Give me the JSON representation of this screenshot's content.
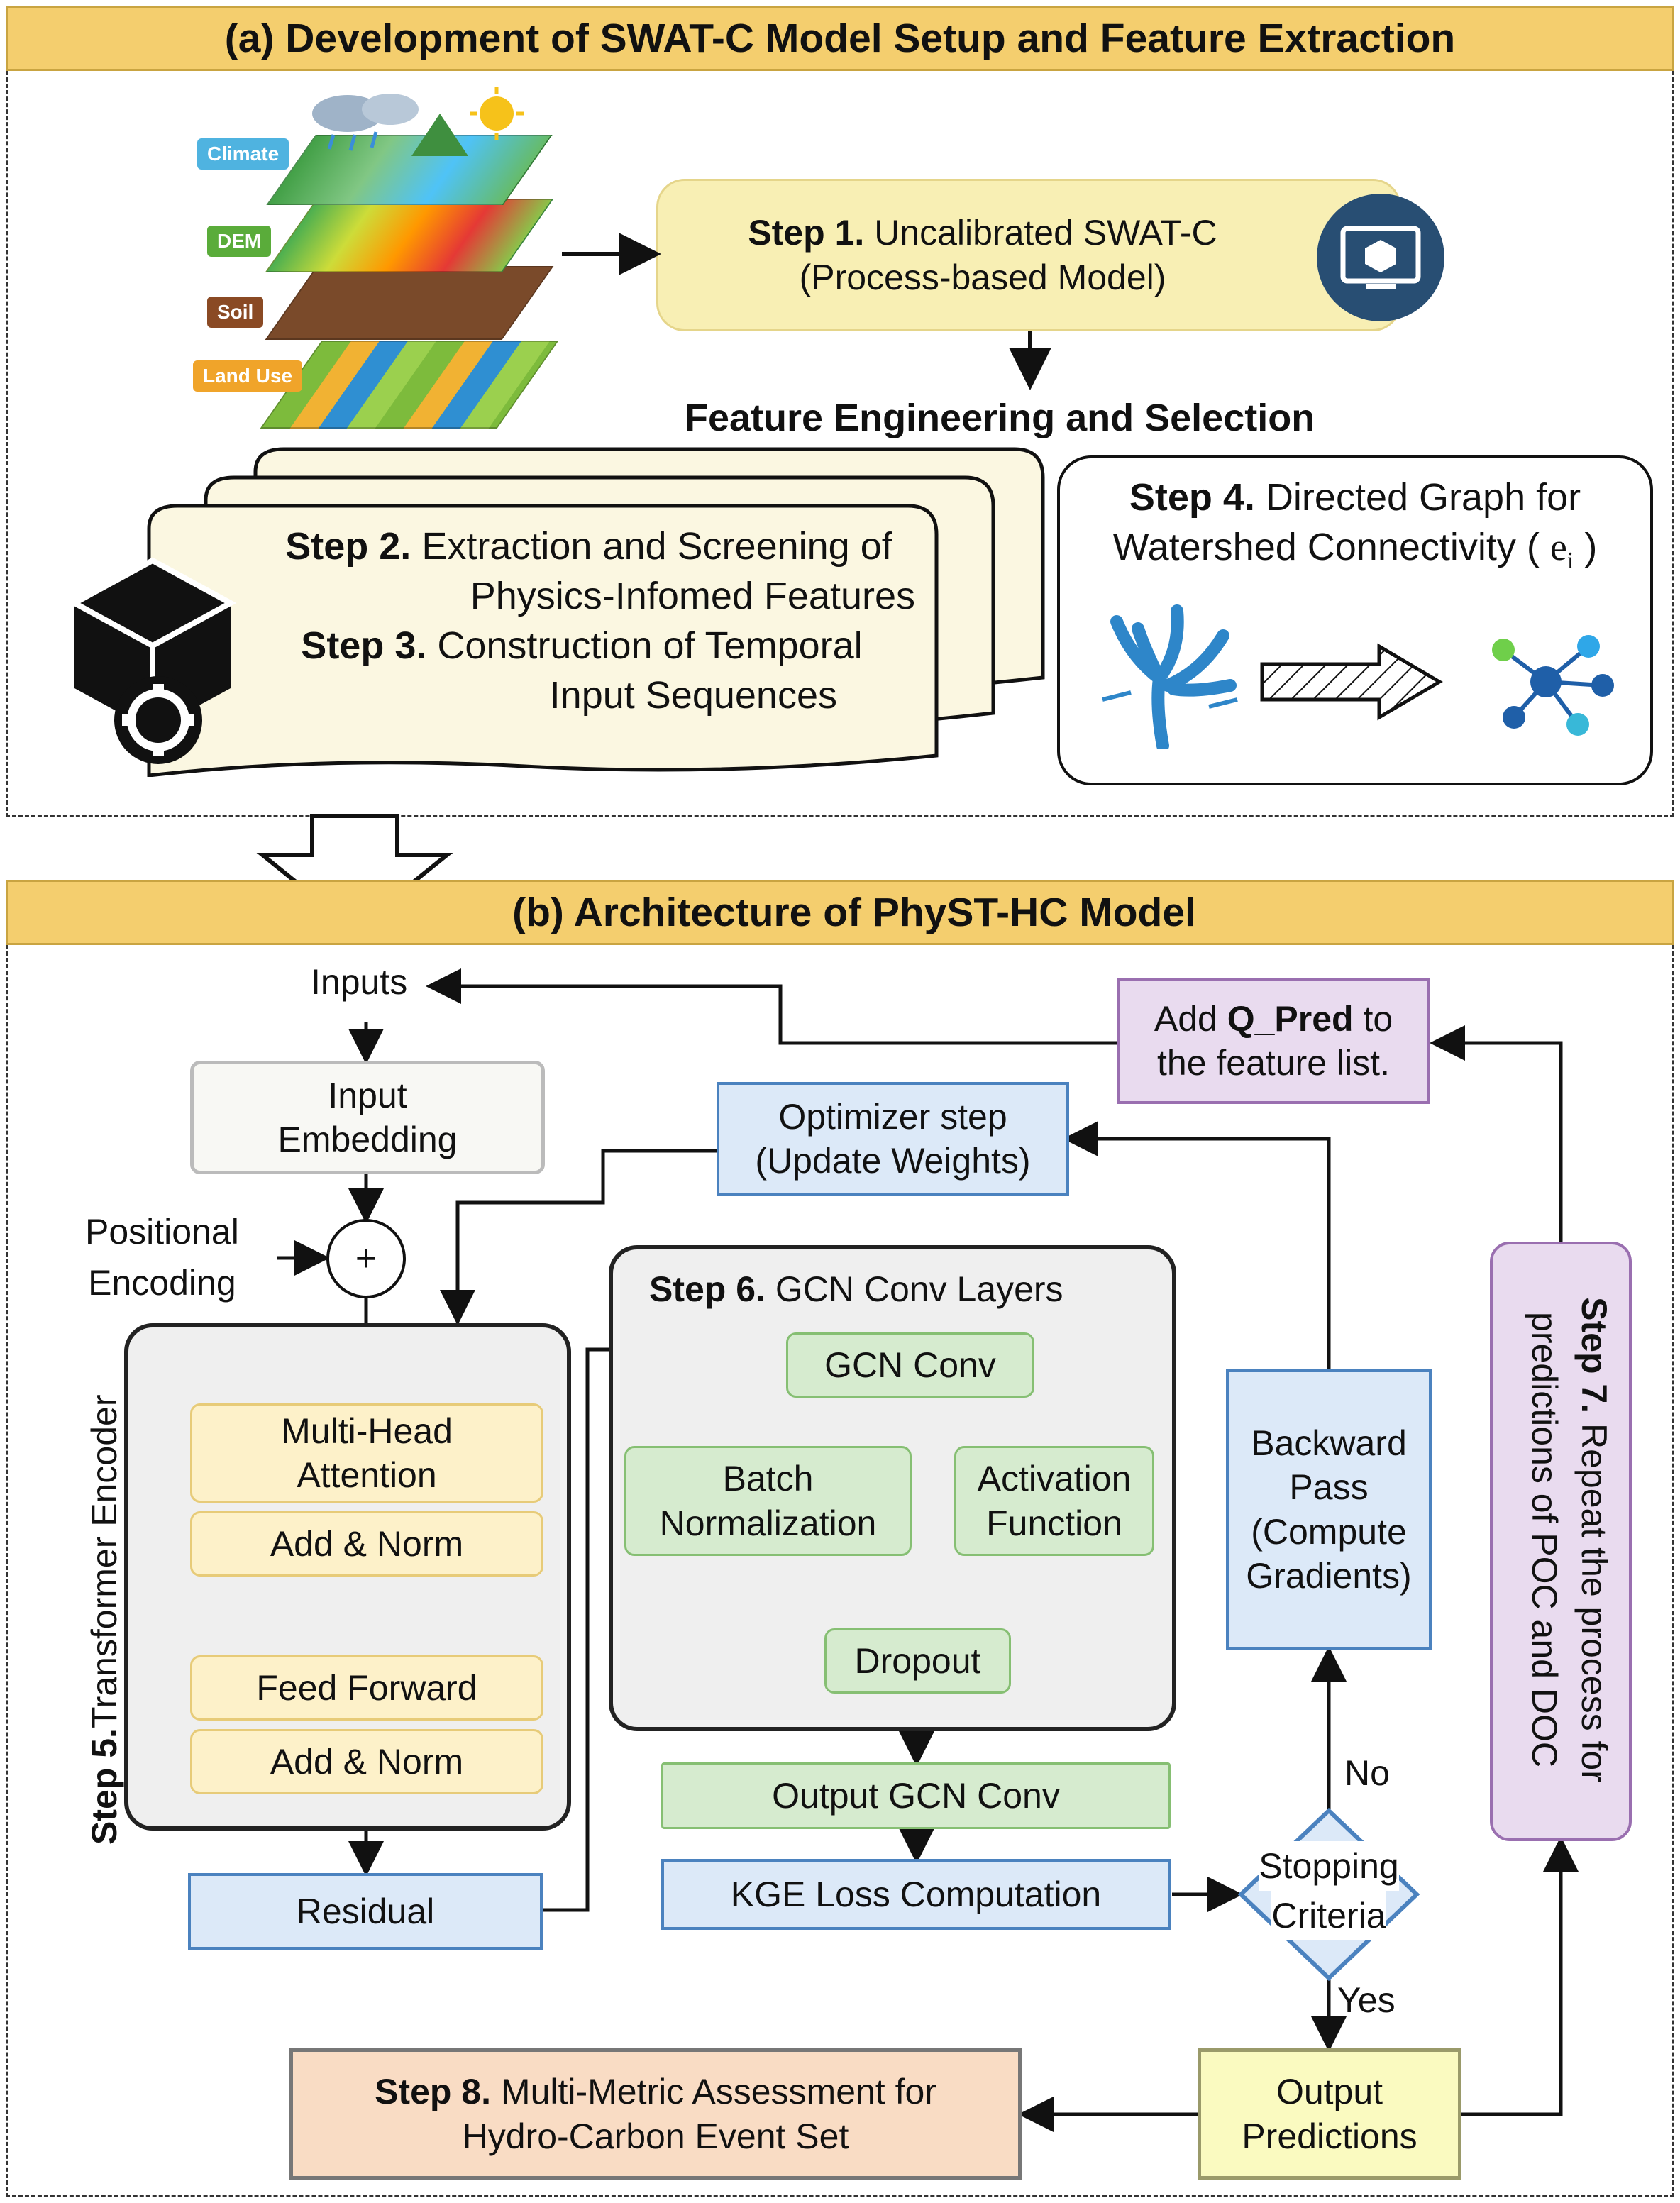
{
  "section_a": {
    "title": "(a) Development of SWAT-C Model Setup and Feature Extraction",
    "layers": [
      "Climate",
      "DEM",
      "Soil",
      "Land Use"
    ],
    "step1": {
      "num": "Step 1.",
      "line1": "Uncalibrated SWAT-C",
      "line2": "(Process-based Model)"
    },
    "feature_heading": "Feature Engineering and Selection",
    "step2": {
      "num": "Step 2.",
      "line1": "Extraction and Screening of",
      "line2": "Physics-Infomed Features"
    },
    "step3": {
      "num": "Step 3.",
      "line1": "Construction of Temporal",
      "line2": "Input Sequences"
    },
    "step4": {
      "num": "Step 4.",
      "line1": "Directed Graph for",
      "line2": "Watershed Connectivity (",
      "symbol": "e",
      "subscript": "i",
      "close": ")"
    }
  },
  "section_b": {
    "title": "(b) Architecture of PhyST-HC Model",
    "inputs": "Inputs",
    "input_embedding": {
      "line1": "Input",
      "line2": "Embedding"
    },
    "positional_encoding": {
      "line1": "Positional",
      "line2": "Encoding"
    },
    "plus": "+",
    "step5": {
      "num": "Step 5.",
      "label": "Transformer Encoder"
    },
    "multi_head": {
      "line1": "Multi-Head",
      "line2": "Attention"
    },
    "add_norm": "Add & Norm",
    "feed_forward": "Feed Forward",
    "residual": "Residual",
    "optimizer": {
      "line1": "Optimizer step",
      "line2": "(Update Weights)"
    },
    "add_q": {
      "prefix": "Add ",
      "bold": "Q_Pred",
      "suffix": " to",
      "line2": "the feature list."
    },
    "step6": {
      "num": "Step 6.",
      "label": "GCN Conv Layers"
    },
    "gcn_conv": "GCN Conv",
    "batch_norm": {
      "line1": "Batch",
      "line2": "Normalization"
    },
    "activation": {
      "line1": "Activation",
      "line2": "Function"
    },
    "dropout": "Dropout",
    "output_gcn": "Output GCN Conv",
    "kge_loss": "KGE Loss Computation",
    "backward": {
      "line1": "Backward",
      "line2": "Pass",
      "line3": "(Compute",
      "line4": "Gradients)"
    },
    "stopping": {
      "line1": "Stopping",
      "line2": "Criteria"
    },
    "no": "No",
    "yes": "Yes",
    "step7": {
      "num": "Step 7.",
      "line1": "Repeat the process for",
      "line2": "predictions of POC and DOC"
    },
    "output_pred": {
      "line1": "Output",
      "line2": "Predictions"
    },
    "step8": {
      "num": "Step 8.",
      "line1": "Multi-Metric Assessment for",
      "line2": "Hydro-Carbon Event Set"
    }
  },
  "colors": {
    "header": "#f4ce6e",
    "yellow": "#fdf1c9",
    "green": "#d6ebcf",
    "blue": "#dce9f8",
    "purple": "#e9dbef",
    "orange": "#f9dcc4",
    "cream": "#fbf7e1",
    "tree": "#2e86c9"
  },
  "icons": [
    "monitor-cube-icon",
    "cube-gear-icon",
    "river-tree-icon",
    "hatched-arrow-icon",
    "network-graph-icon"
  ]
}
